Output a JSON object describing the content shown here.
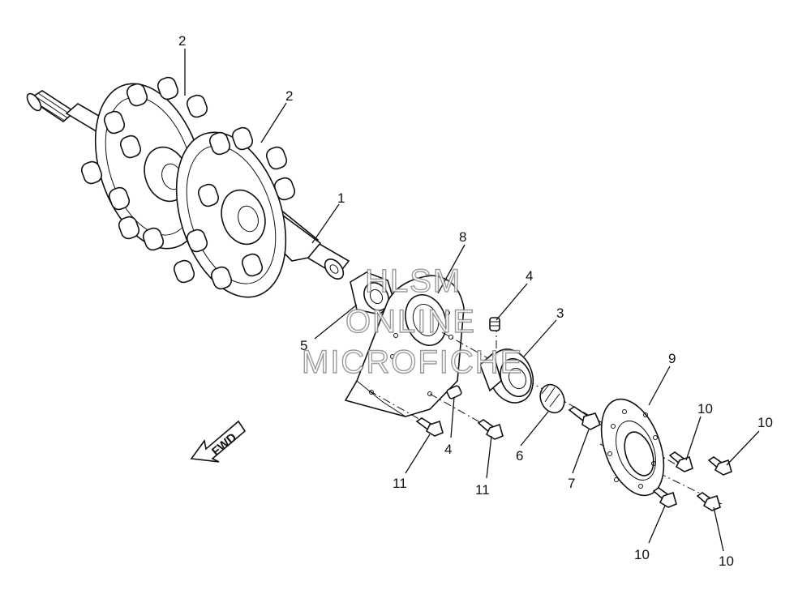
{
  "watermark": {
    "line1": "HLSM",
    "line2": "ONLINE",
    "line3": "MICROFICHE"
  },
  "direction_label": "FWD",
  "callouts": {
    "c1": "1",
    "c2a": "2",
    "c2b": "2",
    "c3": "3",
    "c4a": "4",
    "c4b": "4",
    "c5": "5",
    "c6": "6",
    "c7": "7",
    "c8": "8",
    "c9": "9",
    "c10a": "10",
    "c10b": "10",
    "c10c": "10",
    "c10d": "10",
    "c11a": "11",
    "c11b": "11"
  }
}
